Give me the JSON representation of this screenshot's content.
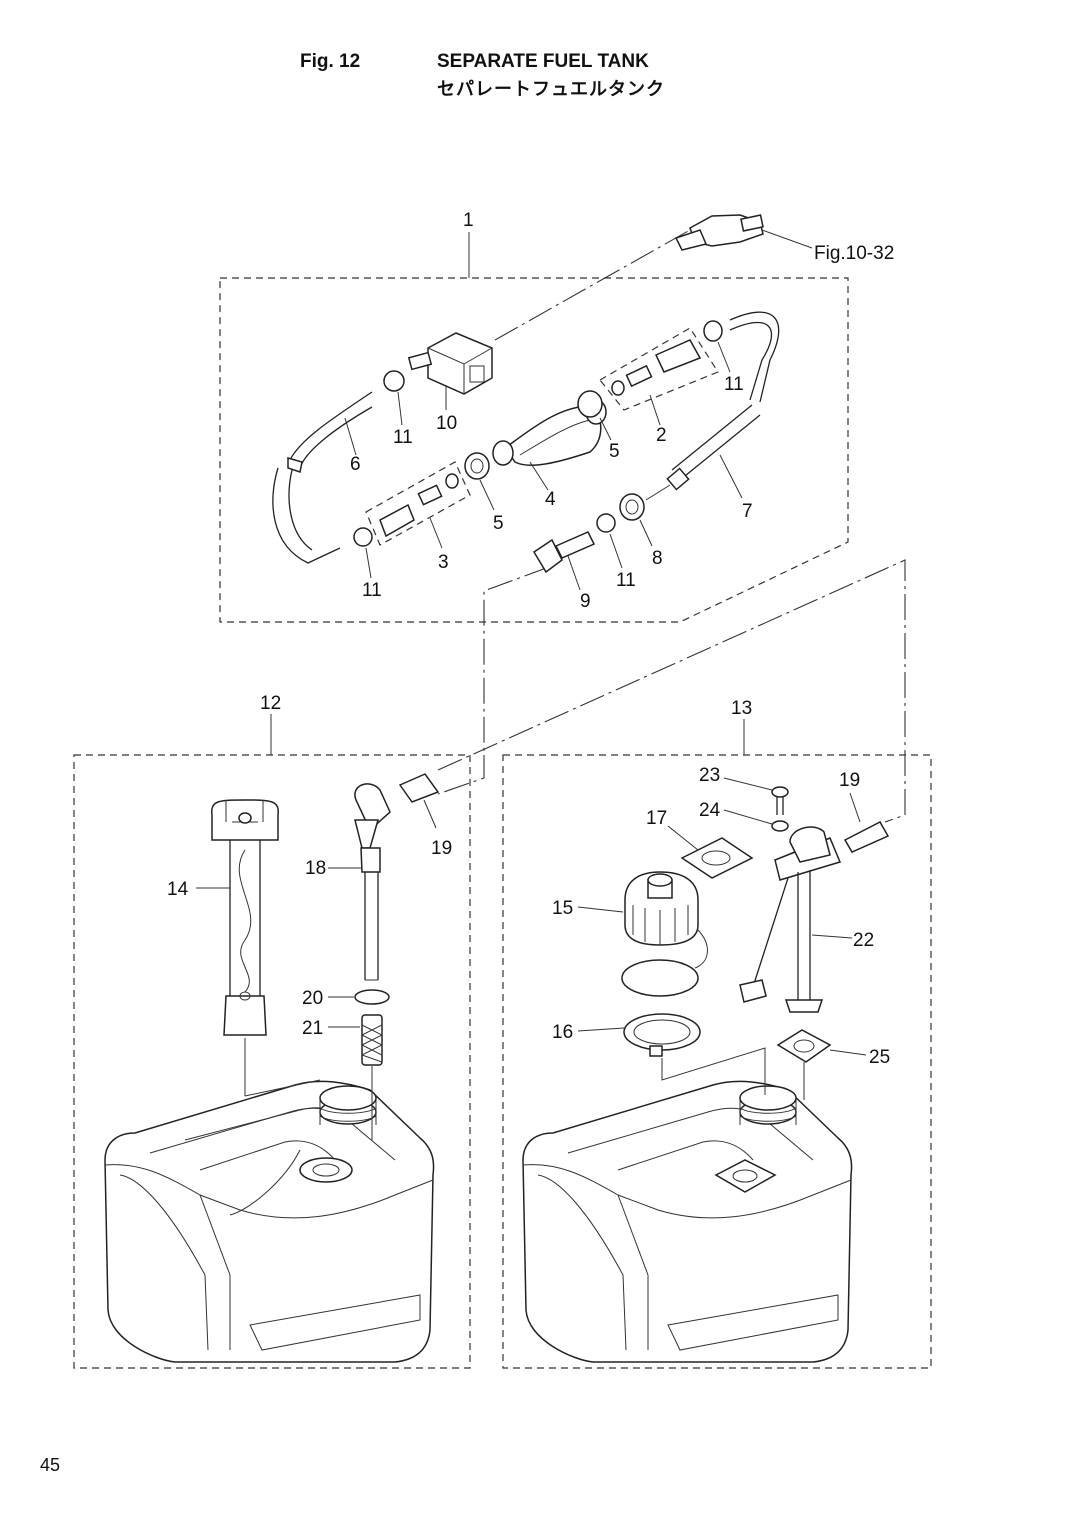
{
  "header": {
    "fig_number": "Fig. 12",
    "title": "SEPARATE FUEL TANK",
    "title_jp": "セパレートフュエルタンク"
  },
  "reference": "Fig.10-32",
  "page_number": "45",
  "callouts": {
    "c1": "1",
    "c2": "2",
    "c3": "3",
    "c4": "4",
    "c5a": "5",
    "c5b": "5",
    "c6": "6",
    "c7": "7",
    "c8": "8",
    "c9": "9",
    "c10": "10",
    "c11a": "11",
    "c11b": "11",
    "c11c": "11",
    "c11d": "11",
    "c12": "12",
    "c13": "13",
    "c14": "14",
    "c15": "15",
    "c16": "16",
    "c17": "17",
    "c18": "18",
    "c19a": "19",
    "c19b": "19",
    "c20": "20",
    "c21": "21",
    "c22": "22",
    "c23": "23",
    "c24": "24",
    "c25": "25"
  }
}
